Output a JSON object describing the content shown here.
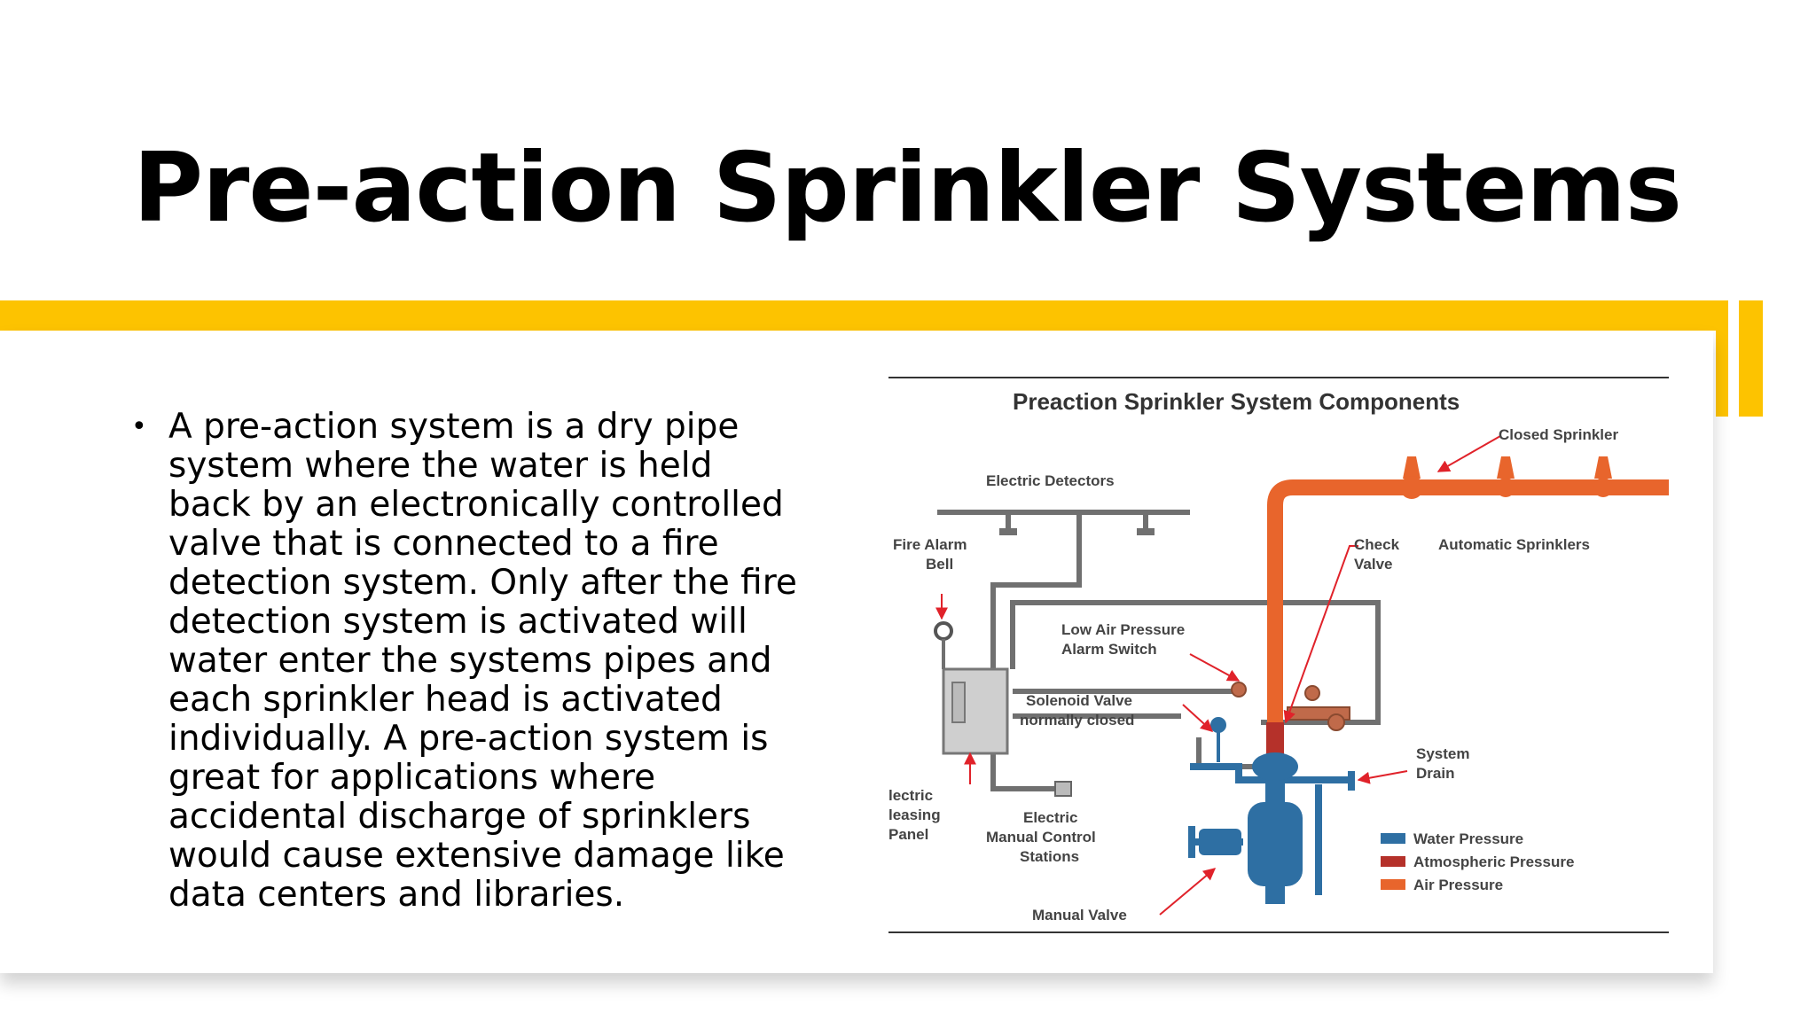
{
  "slide": {
    "title": "Pre-action Sprinkler Systems",
    "bullet": "A pre-action system is a dry pipe system where the water is held back by an electronically controlled valve that is connected to a fire detection system. Only after the fire detection system is activated will water enter the systems pipes and each sprinkler head is activated individually. A pre-action system is great for applications where accidental discharge of sprinklers would cause extensive damage like data centers and libraries."
  },
  "colors": {
    "accent": "#FDC300",
    "water": "#2E6FA3",
    "atmospheric": "#B5312A",
    "air": "#E8652C",
    "pipe_gray": "#707070"
  },
  "diagram": {
    "title": "Preaction Sprinkler System Components",
    "labels": {
      "closed_sprinkler": "Closed Sprinkler",
      "electric_detectors": "Electric Detectors",
      "fire_alarm_1": "Fire Alarm",
      "fire_alarm_2": "Bell",
      "check_1": "Check",
      "check_2": "Valve",
      "automatic_sprinklers": "Automatic Sprinklers",
      "low_air_1": "Low Air Pressure",
      "low_air_2": "Alarm Switch",
      "solenoid_1": "Solenoid Valve",
      "solenoid_2": "normally closed",
      "system_drain_1": "System",
      "system_drain_2": "Drain",
      "releasing_1": "lectric",
      "releasing_2": "leasing",
      "releasing_3": "Panel",
      "manual_station_1": "Electric",
      "manual_station_2": "Manual Control",
      "manual_station_3": "Stations",
      "manual_valve": "Manual Valve"
    },
    "legend": {
      "water": "Water Pressure",
      "atmospheric": "Atmospheric Pressure",
      "air": "Air Pressure"
    }
  }
}
